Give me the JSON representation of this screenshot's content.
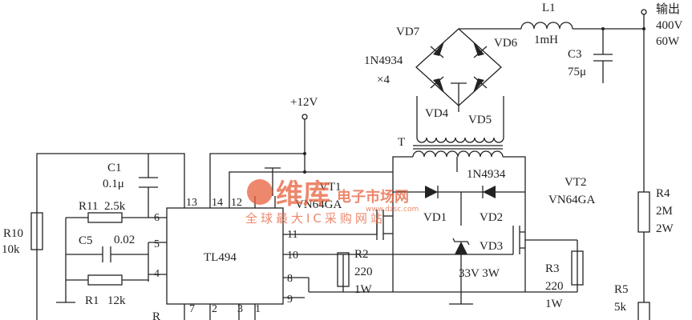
{
  "ic": {
    "name": "TL494",
    "pins": {
      "p13": "13",
      "p14": "14",
      "p12": "12",
      "p6": "6",
      "p5": "5",
      "p4": "4",
      "p11": "11",
      "p10": "10",
      "p8": "8",
      "p9": "9",
      "p7": "7",
      "p2": "2",
      "p3": "3",
      "p1": "1"
    }
  },
  "supply": {
    "vcc_label": "+12V"
  },
  "output": {
    "title": "输出",
    "voltage": "400V",
    "power": "60W"
  },
  "components": {
    "r10": {
      "name": "R10",
      "value": "10k"
    },
    "c1": {
      "name": "C1",
      "value": "0.1μ"
    },
    "r11": {
      "name": "R11",
      "value": "2.5k"
    },
    "c5": {
      "name": "C5",
      "value": "0.02"
    },
    "r1": {
      "name": "R1",
      "value": "12k"
    },
    "r_partial": {
      "name": "R"
    },
    "t": {
      "name": "T"
    },
    "vd7": {
      "name": "VD7"
    },
    "vd6": {
      "name": "VD6"
    },
    "vd4": {
      "name": "VD4"
    },
    "vd5": {
      "name": "VD5"
    },
    "bridge": {
      "part": "1N4934",
      "qty": "×4"
    },
    "l1": {
      "name": "L1",
      "value": "1mH"
    },
    "c3": {
      "name": "C3",
      "value": "75μ"
    },
    "r4": {
      "name": "R4",
      "value": "2M",
      "power": "2W"
    },
    "r5": {
      "name": "R5",
      "value": "5k"
    },
    "vt1": {
      "name": "VT1",
      "part": "VN64GA"
    },
    "vt2": {
      "name": "VT2",
      "part": "VN64GA"
    },
    "vd1": {
      "name": "VD1"
    },
    "vd2": {
      "name": "VD2",
      "part": "1N4934"
    },
    "vd3": {
      "name": "VD3",
      "value": "33V  3W"
    },
    "r2": {
      "name": "R2",
      "value": "220",
      "power": "1W"
    },
    "r3": {
      "name": "R3",
      "value": "220",
      "power": "1W"
    }
  },
  "watermark": {
    "brand": "维库",
    "cn_title": "电子市场网",
    "url": "www.dzsc.com",
    "slogan": "全球最大IC采购网站"
  }
}
